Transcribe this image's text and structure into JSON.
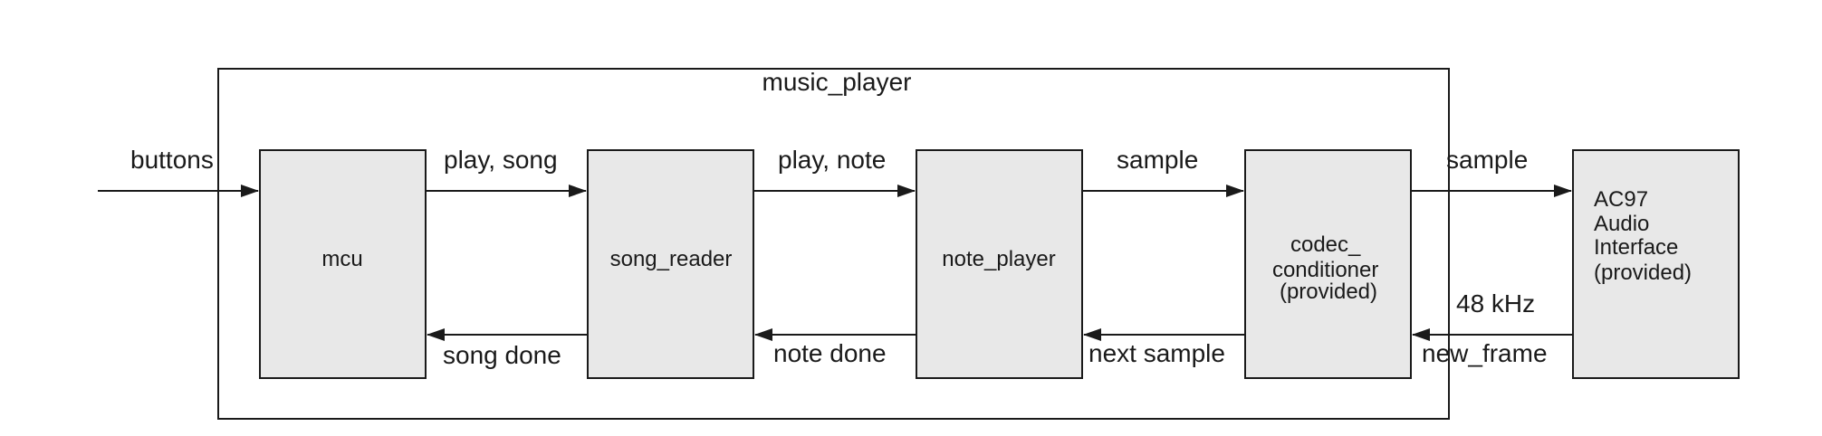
{
  "container": {
    "label": "music_player"
  },
  "blocks": {
    "mcu": {
      "lines": [
        "mcu"
      ]
    },
    "song_reader": {
      "lines": [
        "song_reader"
      ]
    },
    "note_player": {
      "lines": [
        "note_player"
      ]
    },
    "codec_conditioner": {
      "lines": [
        "codec_",
        "conditioner",
        "(provided)"
      ]
    },
    "ac97": {
      "lines": [
        "AC97",
        "Audio",
        "Interface",
        "(provided)"
      ]
    }
  },
  "signals": {
    "buttons": "buttons",
    "play_song": "play, song",
    "play_note": "play, note",
    "sample_in": "sample",
    "sample_out": "sample",
    "song_done": "song done",
    "note_done": "note done",
    "next_sample": "next sample",
    "new_frame": "new_frame",
    "rate": "48 kHz"
  },
  "colors": {
    "block_fill": "#e8e8e8",
    "stroke": "#1a1a1a",
    "background": "#ffffff"
  }
}
